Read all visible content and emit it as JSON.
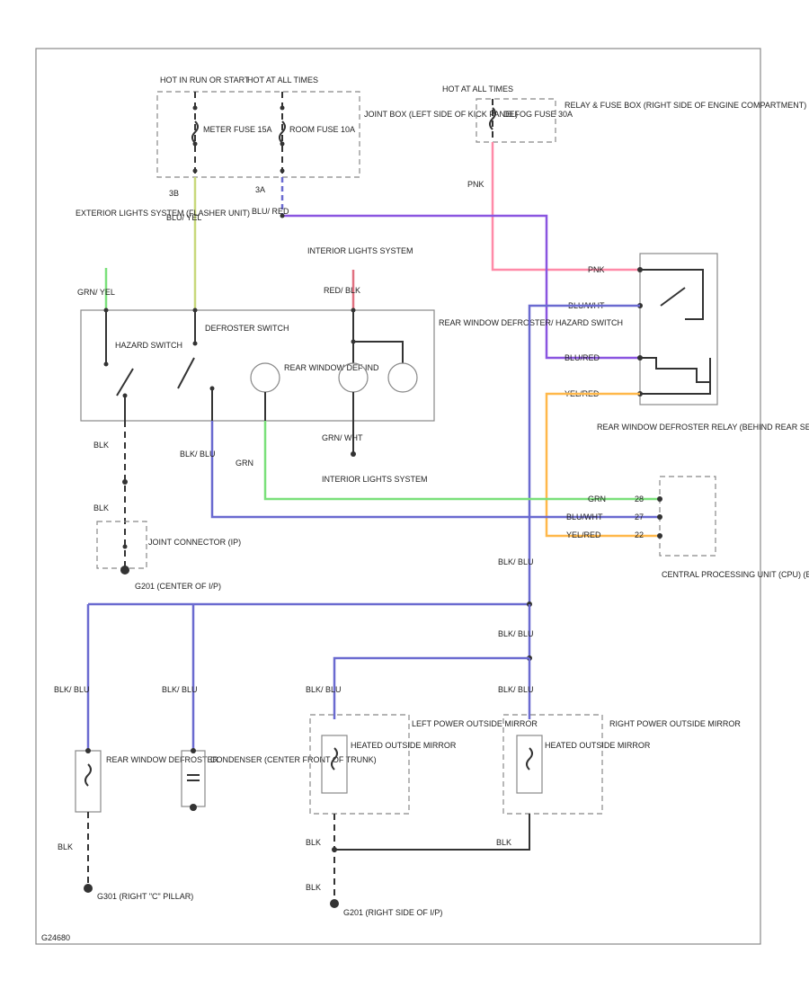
{
  "colors": {
    "wire_blk": "#333333",
    "wire_blu": "#6a6ad0",
    "wire_pink": "#ff8aa8",
    "wire_violet": "#8a55e0",
    "wire_green": "#7ae07a",
    "wire_yelgreen": "#c8d87a",
    "wire_orange": "#ffb84a",
    "wire_red": "#e07080",
    "box": "#888888"
  },
  "labels": {
    "hot_run": "HOT IN RUN OR START",
    "hot_all": "HOT AT ALL TIMES",
    "meter_fuse": "METER FUSE 15A",
    "room_fuse": "ROOM FUSE 10A",
    "joint_box": "JOINT BOX (LEFT SIDE OF KICK PANEL)",
    "hot_all_2": "HOT AT ALL TIMES",
    "defog_fuse": "DEFOG FUSE 30A",
    "relay_box": "RELAY & FUSE BOX (RIGHT SIDE OF ENGINE COMPARTMENT)",
    "pnk": "PNK",
    "blu_yel": "BLU/ YEL",
    "blu_red": "BLU/ RED",
    "exterior_lights": "EXTERIOR LIGHTS SYSTEM (FLASHER UNIT)",
    "grn_yel": "GRN/ YEL",
    "interior_lights_top": "INTERIOR LIGHTS SYSTEM",
    "red_blk": "RED/ BLK",
    "defroster_switch": "DEFROSTER SWITCH",
    "hazard_switch": "HAZARD SWITCH",
    "rear_window_def_ind": "REAR WINDOW DEF IND",
    "switch_assy": "REAR WINDOW DEFROSTER/ HAZARD SWITCH",
    "relay_pnk": "PNK",
    "relay_blu_wht": "BLU/WHT",
    "relay_blu_red": "BLU/RED",
    "relay_yel_red": "YEL/RED",
    "relay_name": "REAR WINDOW DEFROSTER RELAY (BEHIND REAR SEAT)",
    "blk_1": "BLK",
    "blk_blu_1": "BLK/ BLU",
    "grn_1": "GRN",
    "grn_wht": "GRN/ WHT",
    "interior_lights_bottom": "INTERIOR LIGHTS SYSTEM",
    "cpu_grn": "GRN",
    "cpu_blu_wht": "BLU/WHT",
    "cpu_yel_red": "YEL/RED",
    "pin_28": "28",
    "pin_27": "27",
    "pin_22": "22",
    "cpu_name": "CENTRAL PROCESSING UNIT (CPU) (BELOW LEFT SIDE OF I/P)",
    "blk_2": "BLK",
    "joint_connector": "JOINT CONNECTOR (IP)",
    "g201": "G201 (CENTER OF I/P)",
    "blk_blu_2": "BLK/ BLU",
    "blk_blu_3": "BLK/ BLU",
    "blk_blu_4": "BLK/ BLU",
    "blk_blu_5": "BLK/ BLU",
    "blk_blu_6": "BLK/ BLU",
    "blk_blu_7": "BLK/ BLU",
    "rear_window_defroster": "REAR WINDOW DEFROSTER",
    "condenser": "CONDENSER (CENTER FRONT OF TRUNK)",
    "heated_left": "HEATED OUTSIDE MIRROR",
    "left_mirror": "LEFT POWER OUTSIDE MIRROR",
    "heated_right": "HEATED OUTSIDE MIRROR",
    "right_mirror": "RIGHT POWER OUTSIDE MIRROR",
    "blk_3": "BLK",
    "blk_4": "BLK",
    "blk_5": "BLK",
    "blk_6": "BLK",
    "g301": "G301 (RIGHT \"C\" PILLAR)",
    "g201_2": "G201 (RIGHT SIDE OF I/P)",
    "code": "G24680"
  }
}
